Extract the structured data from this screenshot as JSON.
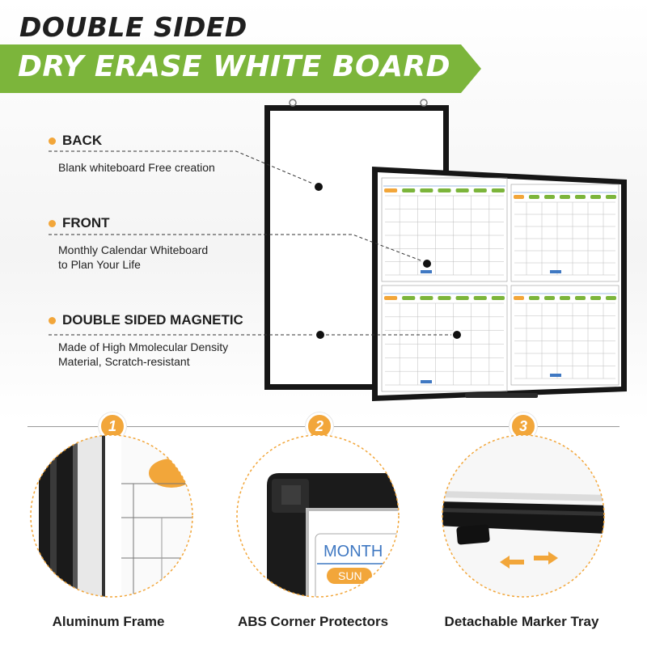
{
  "header": {
    "line1": "DOUBLE SIDED",
    "line2": "DRY ERASE WHITE BOARD"
  },
  "colors": {
    "banner_green": "#7cb53b",
    "accent_orange": "#f2a63a",
    "frame_black": "#161616",
    "calendar_blue": "#3f78c2"
  },
  "callouts": [
    {
      "heading": "BACK",
      "description": "Blank whiteboard Free creation"
    },
    {
      "heading": "FRONT",
      "description": "Monthly Calendar Whiteboard\nto Plan Your Life"
    },
    {
      "heading": "DOUBLE SIDED MAGNETIC",
      "description": "Made of High Mmolecular Density\nMaterial, Scratch-resistant"
    }
  ],
  "features": [
    {
      "number": "1",
      "label": "Aluminum Frame"
    },
    {
      "number": "2",
      "label": "ABS Corner Protectors"
    },
    {
      "number": "3",
      "label": "Detachable Marker Tray"
    }
  ],
  "zoom_detail": {
    "month_text": "MONTH",
    "day_text": "SUN"
  }
}
